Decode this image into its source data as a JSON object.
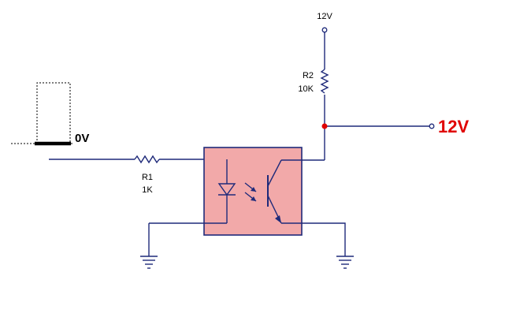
{
  "supply": {
    "label": "12V"
  },
  "r2": {
    "name": "R2",
    "value": "10K"
  },
  "r1": {
    "name": "R1",
    "value": "1K"
  },
  "input": {
    "label": "0V"
  },
  "output": {
    "label": "12V"
  },
  "colors": {
    "wire": "#1f2a7a",
    "optocoupler_fill": "#f2a9a9",
    "optocoupler_border": "#1f2a7a",
    "node_dot": "#e00000",
    "output_label": "#e00000",
    "switch_bar": "#000000"
  }
}
